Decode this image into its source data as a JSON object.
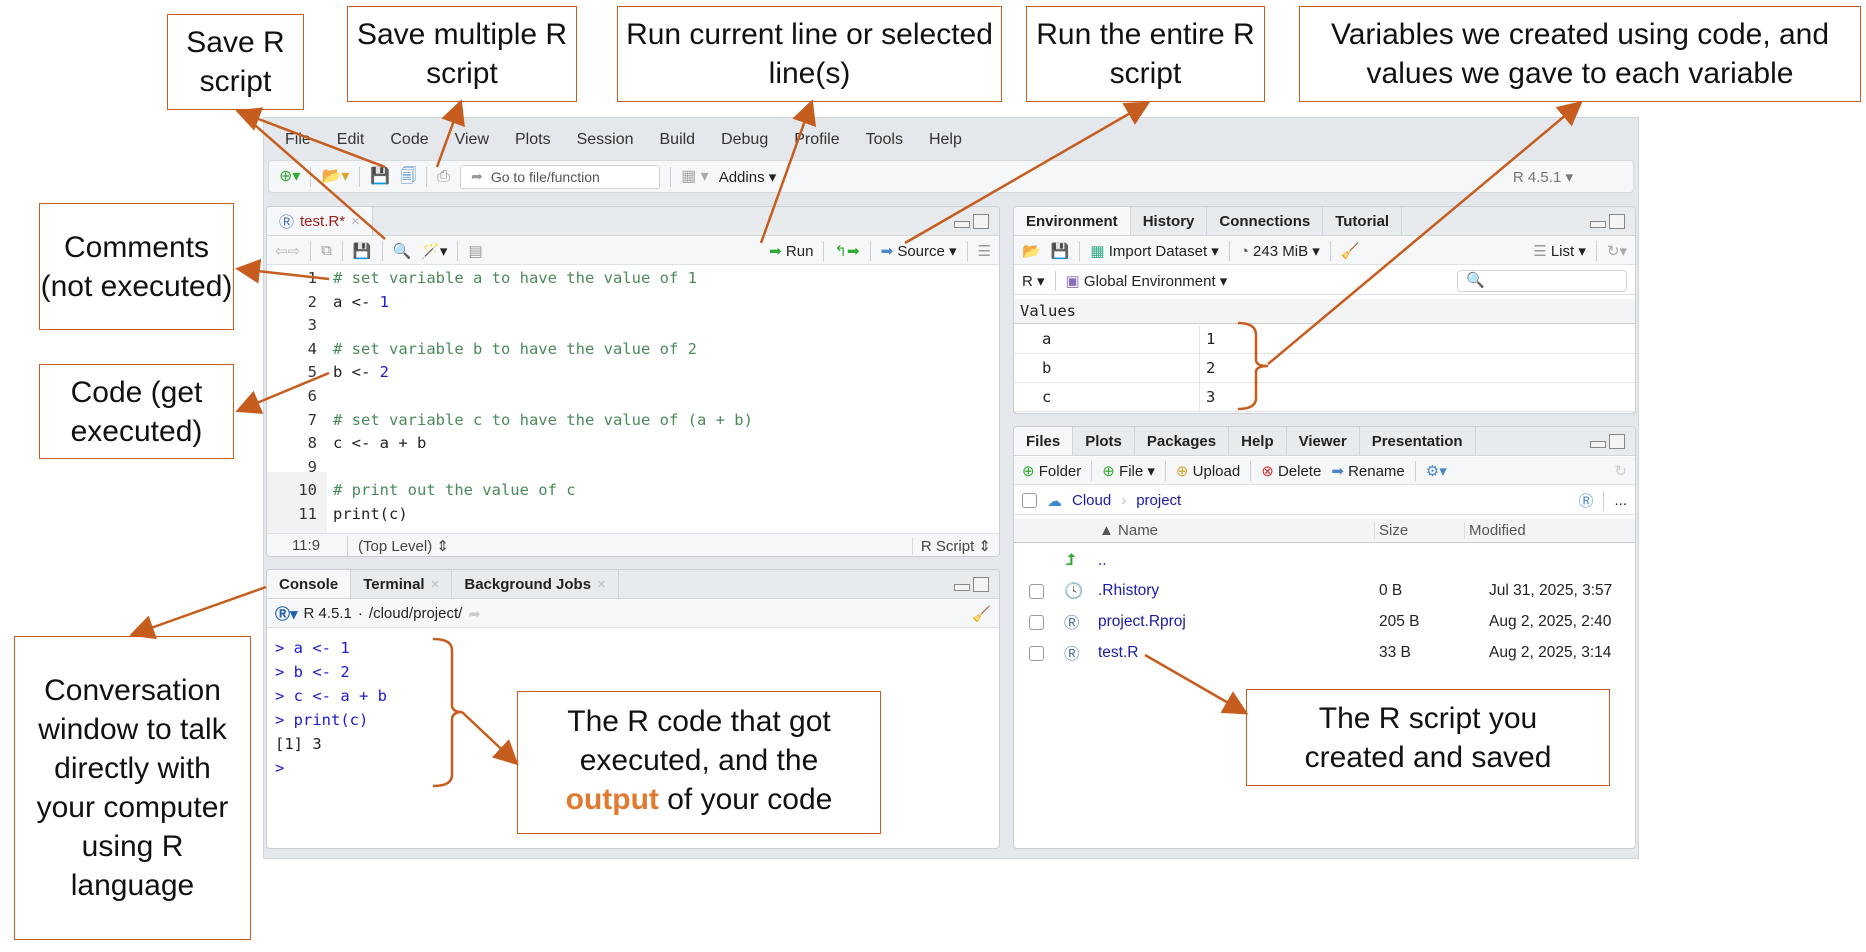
{
  "menu": [
    "File",
    "Edit",
    "Code",
    "View",
    "Plots",
    "Session",
    "Build",
    "Debug",
    "Profile",
    "Tools",
    "Help"
  ],
  "toolbar": {
    "goto_placeholder": "Go to file/function",
    "addins": "Addins",
    "r_version": "R 4.5.1"
  },
  "source": {
    "tab": "test.R*",
    "run": "Run",
    "source": "Source",
    "lines": [
      {
        "n": "1",
        "t": "# set variable a to have the value of 1",
        "k": "cmt"
      },
      {
        "n": "2",
        "t": "a <- 1",
        "k": "code"
      },
      {
        "n": "3",
        "t": "",
        "k": "code"
      },
      {
        "n": "4",
        "t": "# set variable b to have the value of 2",
        "k": "cmt"
      },
      {
        "n": "5",
        "t": "b <- 2",
        "k": "code"
      },
      {
        "n": "6",
        "t": "",
        "k": "code"
      },
      {
        "n": "7",
        "t": "# set variable c to have the value of (a + b)",
        "k": "cmt"
      },
      {
        "n": "8",
        "t": "c <- a + b",
        "k": "code"
      },
      {
        "n": "9",
        "t": "",
        "k": "code"
      },
      {
        "n": "10",
        "t": "# print out the value of c",
        "k": "cmt"
      },
      {
        "n": "11",
        "t": "print(c)",
        "k": "code"
      }
    ],
    "status": {
      "pos": "11:9",
      "scope": "(Top Level) ⇕",
      "type": "R Script ⇕"
    }
  },
  "console": {
    "tabs": [
      "Console",
      "Terminal",
      "Background Jobs"
    ],
    "version": "R 4.5.1",
    "path": "/cloud/project/",
    "lines": [
      "> a <- 1",
      "> b <- 2",
      "> c <- a + b",
      "> print(c)",
      "[1] 3",
      ">"
    ]
  },
  "environment": {
    "tabs": [
      "Environment",
      "History",
      "Connections",
      "Tutorial"
    ],
    "import": "Import Dataset",
    "memory": "243 MiB",
    "list": "List",
    "lang": "R",
    "scope": "Global Environment",
    "section": "Values",
    "vars": [
      {
        "name": "a",
        "value": "1"
      },
      {
        "name": "b",
        "value": "2"
      },
      {
        "name": "c",
        "value": "3"
      }
    ]
  },
  "files": {
    "tabs": [
      "Files",
      "Plots",
      "Packages",
      "Help",
      "Viewer",
      "Presentation"
    ],
    "actions": [
      "Folder",
      "File",
      "Upload",
      "Delete",
      "Rename"
    ],
    "breadcrumb": [
      "Cloud",
      "project"
    ],
    "more": "...",
    "columns": [
      "Name",
      "Size",
      "Modified"
    ],
    "parent": "..",
    "rows": [
      {
        "name": ".Rhistory",
        "size": "0 B",
        "modified": "Jul 31, 2025, 3:57"
      },
      {
        "name": "project.Rproj",
        "size": "205 B",
        "modified": "Aug 2, 2025, 2:40"
      },
      {
        "name": "test.R",
        "size": "33 B",
        "modified": "Aug 2, 2025, 3:14"
      }
    ]
  },
  "annotations": {
    "save": "Save R script",
    "save_multiple": "Save multiple R script",
    "run": "Run current line or selected line(s)",
    "source": "Run the entire R script",
    "variables": "Variables we created using code, and values we gave to each variable",
    "comments": "Comments (not executed)",
    "code": "Code (get executed)",
    "console": "Conversation window to talk directly with your computer using R language",
    "output_pre": "The R code that got executed, and the",
    "output_em": "output",
    "output_post": "of your code",
    "script": "The R script you created and saved"
  },
  "colors": {
    "annotation": "#c65d1e",
    "highlight": "#e07a30",
    "comment": "#4a8a5a",
    "number": "#1a1ad0"
  }
}
